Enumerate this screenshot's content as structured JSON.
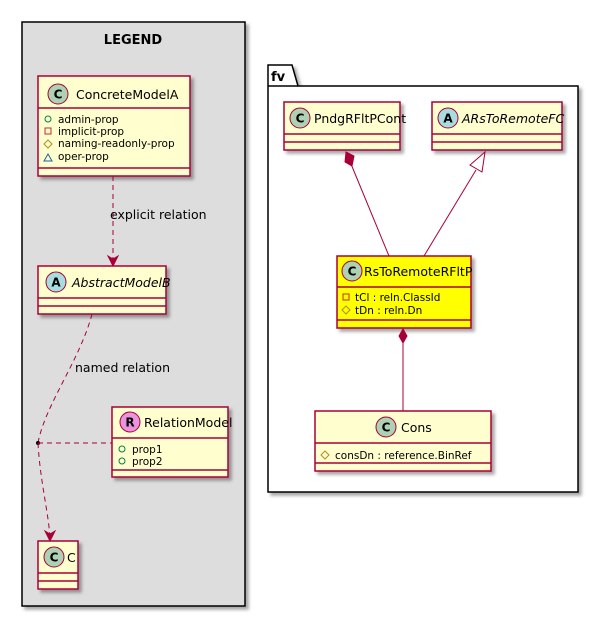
{
  "colors": {
    "legend_bg": "#DDDDDD",
    "class_fill": "#FEFECE",
    "class_border": "#A80036",
    "highlight_fill": "#FFFF00",
    "circle_class": "#ADD1B2",
    "circle_abstract": "#A9DCDF",
    "circle_relation": "#EB93DF",
    "arrow": "#A80036"
  },
  "legend": {
    "title": "LEGEND",
    "concrete": {
      "glyph": "C",
      "name": "ConcreteModelA",
      "props": [
        {
          "vis": "+",
          "icon": "public-icon",
          "text": "admin-prop"
        },
        {
          "vis": "-",
          "icon": "private-icon",
          "text": "implicit-prop"
        },
        {
          "vis": "#",
          "icon": "protected-icon",
          "text": "naming-readonly-prop"
        },
        {
          "vis": "~",
          "icon": "package-icon",
          "text": "oper-prop"
        }
      ]
    },
    "explicit_label": "explicit relation",
    "abstract": {
      "glyph": "A",
      "name": "AbstractModelB"
    },
    "named_label": "named relation",
    "relation": {
      "glyph": "R",
      "name": "RelationModel",
      "props": [
        {
          "vis": "+",
          "icon": "public-icon",
          "text": "prop1"
        },
        {
          "vis": "+",
          "icon": "public-icon",
          "text": "prop2"
        }
      ]
    },
    "c": {
      "glyph": "C",
      "name": "C"
    }
  },
  "package": {
    "name": "fv",
    "pndg": {
      "glyph": "C",
      "name": "PndgRFltPCont"
    },
    "ars": {
      "glyph": "A",
      "name": "ARsToRemoteFC"
    },
    "rs": {
      "glyph": "C",
      "name": "RsToRemoteRFltP",
      "props": [
        {
          "vis": "-",
          "icon": "private-icon",
          "text": "tCl : reln.ClassId"
        },
        {
          "vis": "#",
          "icon": "protected-icon",
          "text": "tDn : reln.Dn"
        }
      ]
    },
    "cons": {
      "glyph": "C",
      "name": "Cons",
      "props": [
        {
          "vis": "#",
          "icon": "protected-icon",
          "text": "consDn : reference.BinRef"
        }
      ]
    }
  }
}
